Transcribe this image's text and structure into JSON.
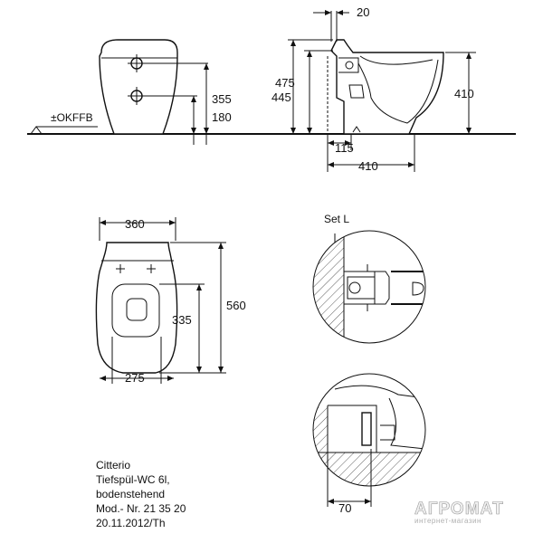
{
  "views": {
    "front": {
      "floor_label": "±OKFFB",
      "dim_upper_inlet": "355",
      "dim_lower_inlet": "180"
    },
    "side": {
      "dim_top_offset": "20",
      "dim_total_height": "475",
      "dim_rim_height": "445",
      "dim_right_height": "410",
      "dim_outlet": "115",
      "dim_depth": "410"
    },
    "top": {
      "dim_width": "360",
      "dim_length": "560",
      "dim_seat_length": "335",
      "dim_seat_width": "275"
    },
    "detail": {
      "title": "Set L",
      "dim_offset": "70"
    }
  },
  "product_info": {
    "lines": [
      "Citterio",
      "Tiefspül-WC 6l,",
      "bodenstehend",
      "Mod.- Nr. 21 35 20",
      "20.11.2012/Th"
    ]
  },
  "watermark": {
    "brand": "АГРОМАТ",
    "tagline": "интернет-магазин"
  }
}
